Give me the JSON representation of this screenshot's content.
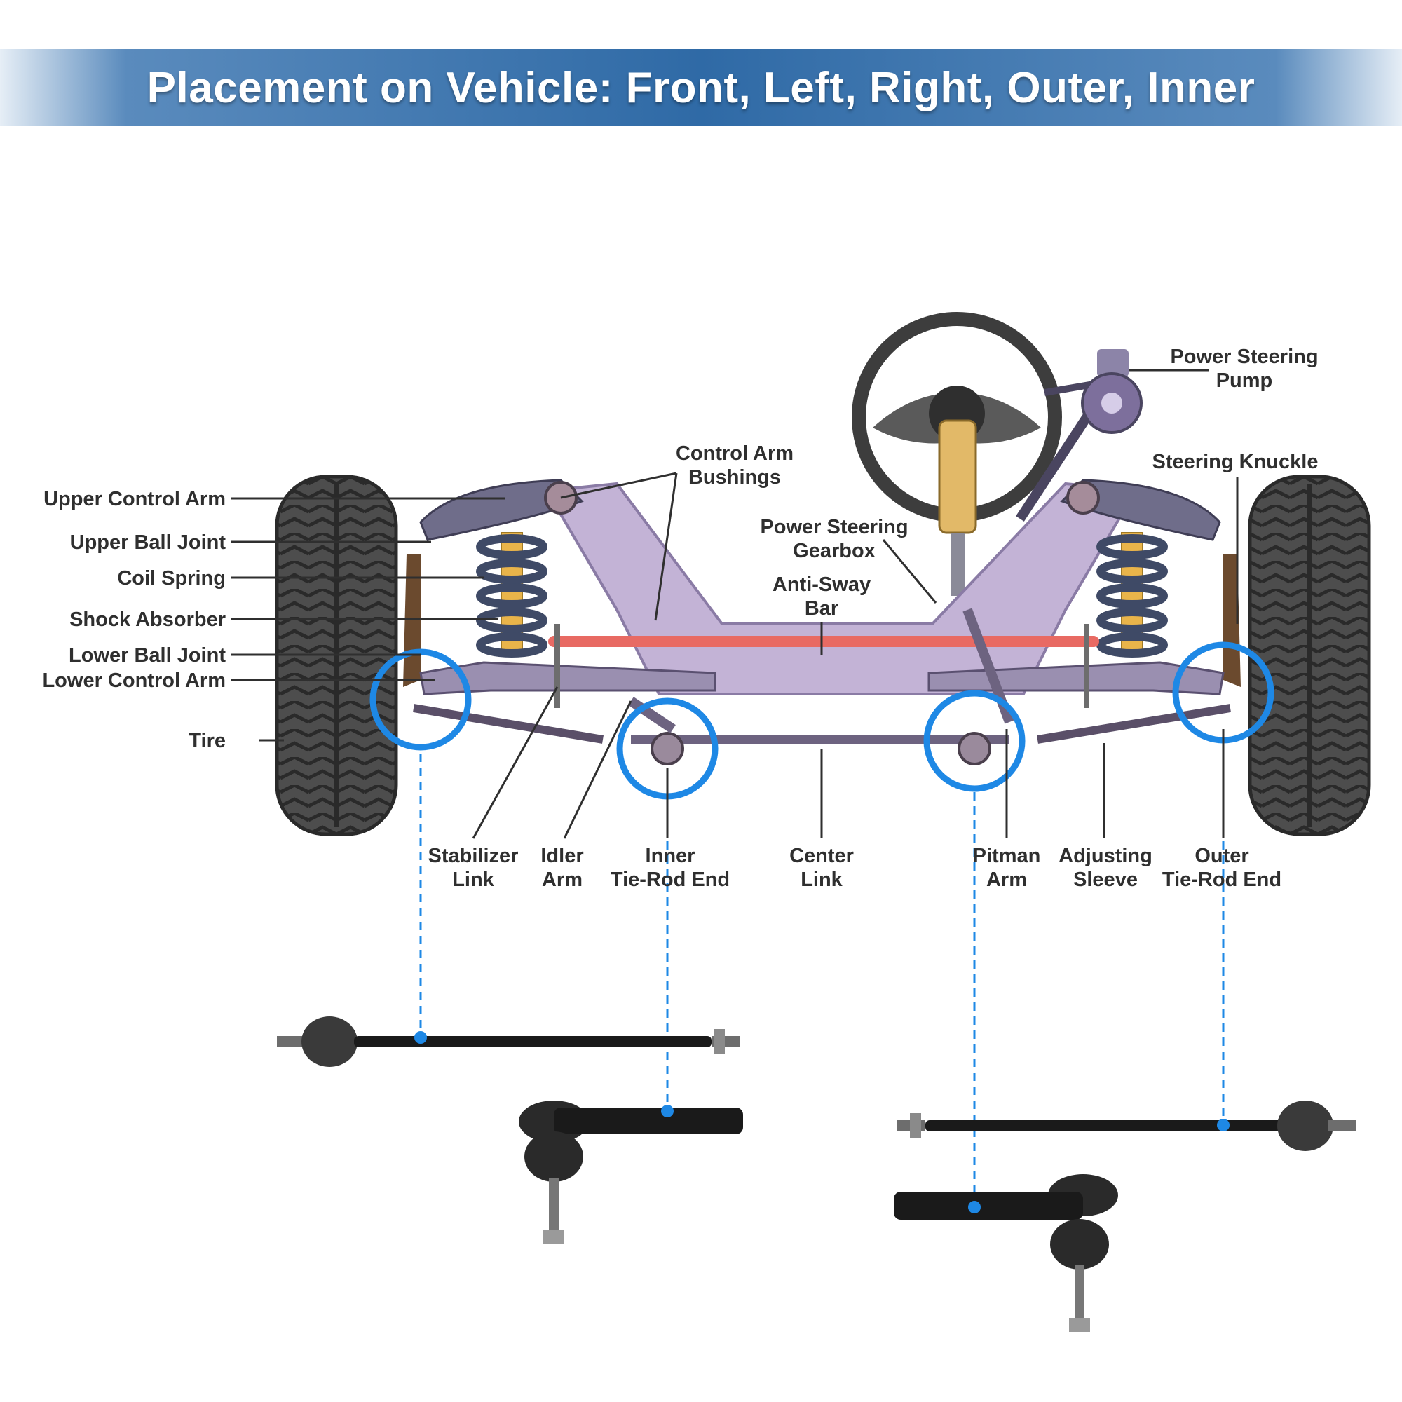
{
  "title": "Placement on Vehicle: Front, Left, Right, Outer, Inner",
  "labels": {
    "upper_control_arm": "Upper Control Arm",
    "upper_ball_joint": "Upper Ball Joint",
    "coil_spring": "Coil Spring",
    "shock_absorber": "Shock Absorber",
    "lower_ball_joint": "Lower Ball Joint",
    "lower_control_arm": "Lower Control Arm",
    "tire": "Tire",
    "control_arm_bushings": [
      "Control Arm",
      "Bushings"
    ],
    "power_steering_gearbox": [
      "Power Steering",
      "Gearbox"
    ],
    "anti_sway_bar": [
      "Anti-Sway",
      "Bar"
    ],
    "power_steering_pump": [
      "Power Steering",
      "Pump"
    ],
    "steering_knuckle": "Steering Knuckle",
    "stabilizer_link": [
      "Stabilizer",
      "Link"
    ],
    "idler_arm": [
      "Idler",
      "Arm"
    ],
    "inner_tie_rod_end": [
      "Inner",
      "Tie-Rod End"
    ],
    "center_link": [
      "Center",
      "Link"
    ],
    "pitman_arm": [
      "Pitman",
      "Arm"
    ],
    "adjusting_sleeve": [
      "Adjusting",
      "Sleeve"
    ],
    "outer_tie_rod_end": [
      "Outer",
      "Tie-Rod End"
    ]
  },
  "colors": {
    "banner": "#2f6aa6",
    "highlight_circle": "#1e88e5",
    "frame": "#c3b3d6",
    "control_arm": "#6f6d8a",
    "anti_sway_bar": "#e86a63",
    "coil_spring": "#3f4a66",
    "shock_absorber": "#e9b44a",
    "tire": "#4a4a4a",
    "part_black": "#1a1a1a"
  }
}
